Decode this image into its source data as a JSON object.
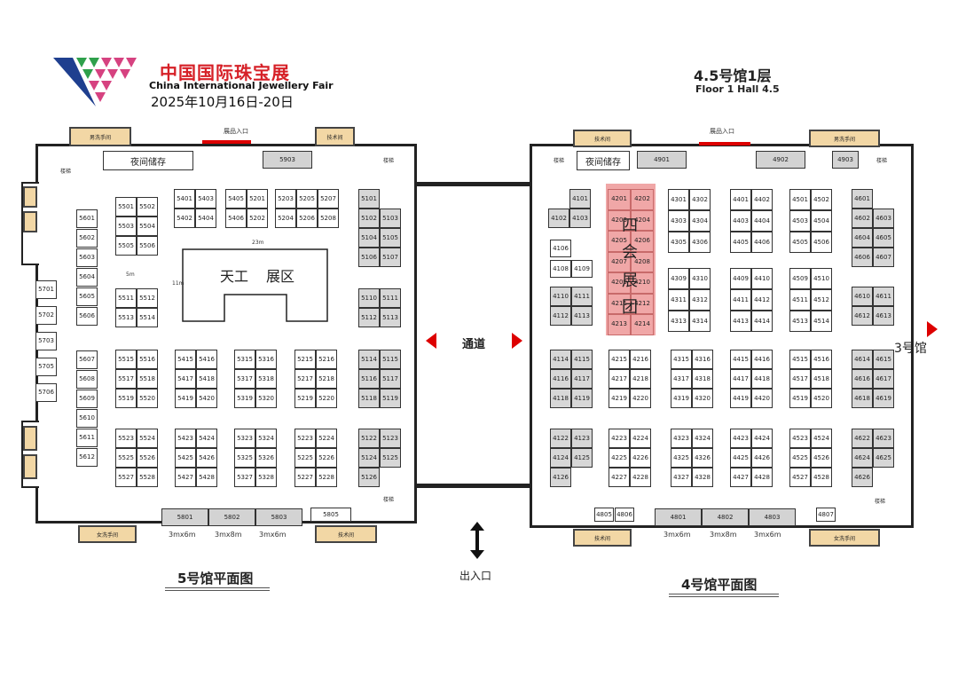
{
  "header": {
    "logo_cn": "中国国际珠宝展",
    "logo_en": "China International Jewellery Fair",
    "dates": "2025年10月16日-20日",
    "floor_cn": "4.5号馆1层",
    "floor_en": "Floor 1 Hall 4.5"
  },
  "colors": {
    "logo_red": "#d62027",
    "logo_green": "#2ea04b",
    "logo_blue": "#1f3f8f",
    "logo_pink": "#d64280",
    "highlight": "#f0a7a7",
    "hall_wall": "#222222"
  },
  "labels": {
    "hall5_plan": "5号馆平面图",
    "hall4_plan": "4号馆平面图",
    "corridor": "通道",
    "exit": "出入口",
    "hall3": "3号馆",
    "tiangong": "天工",
    "tiangong2": "展区",
    "sihui": [
      "四",
      "会",
      "展",
      "团"
    ],
    "night_storage": "夜间储存",
    "exhibit_entry": "展品入口",
    "tech_room": "技术间",
    "mens_room": "男洗手间",
    "womens_room": "女洗手间",
    "stairs": "楼梯",
    "dim_23m": "23m",
    "dim_11m": "11m",
    "dim_5m": "5m",
    "dim_3x6": "3mx6m",
    "dim_3x8": "3mx8m"
  },
  "hall5": {
    "strips_bottom": [
      "5801",
      "5802",
      "5803"
    ],
    "strip_5805": "5805",
    "strip_5903": "5903",
    "col_5600": [
      "5601",
      "5602",
      "5603",
      "5604",
      "5605",
      "5606"
    ],
    "col_5700": [
      "5701",
      "5702",
      "5703",
      "5705",
      "5706"
    ],
    "col_5600b": [
      "5607",
      "5608",
      "5609",
      "5610",
      "5611",
      "5612"
    ],
    "blocks": [
      [
        "5501",
        "5502",
        "5503",
        "5504",
        "5505",
        "5506"
      ],
      [
        "5401",
        "5403",
        "5402",
        "5404"
      ],
      [
        "5405",
        "5201",
        "5406",
        "5202"
      ],
      [
        "5203",
        "5205",
        "5207",
        "5204",
        "5206",
        "5208"
      ],
      [
        "5101",
        "5102",
        "5103",
        "5104",
        "5105",
        "5106",
        "5107"
      ],
      [
        "5511",
        "5512",
        "5513",
        "5514"
      ],
      [
        "5110",
        "5111",
        "5112",
        "5113"
      ],
      [
        "5515",
        "5516",
        "5517",
        "5518",
        "5519",
        "5520"
      ],
      [
        "5415",
        "5416",
        "5417",
        "5418",
        "5419",
        "5420"
      ],
      [
        "5315",
        "5316",
        "5317",
        "5318",
        "5319",
        "5320"
      ],
      [
        "5215",
        "5216",
        "5217",
        "5218",
        "5219",
        "5220"
      ],
      [
        "5114",
        "5115",
        "5116",
        "5117",
        "5118",
        "5119"
      ],
      [
        "5523",
        "5524",
        "5525",
        "5526",
        "5527",
        "5528"
      ],
      [
        "5423",
        "5424",
        "5425",
        "5426",
        "5427",
        "5428"
      ],
      [
        "5323",
        "5324",
        "5325",
        "5326",
        "5327",
        "5328"
      ],
      [
        "5223",
        "5224",
        "5225",
        "5226",
        "5227",
        "5228"
      ],
      [
        "5122",
        "5123",
        "5124",
        "5125",
        "5126"
      ]
    ]
  },
  "hall4": {
    "strips_bottom": [
      "4801",
      "4802",
      "4803"
    ],
    "strips_top": [
      "4901",
      "4902",
      "4903"
    ],
    "singles": [
      "4805",
      "4806",
      "4807",
      "4106",
      "4108",
      "4109"
    ],
    "blocks": [
      [
        "4101",
        "4102",
        "4103"
      ],
      [
        "4201",
        "4202",
        "4203",
        "4204",
        "4205",
        "4206",
        "4207",
        "4208",
        "4209",
        "4210",
        "4211",
        "4212",
        "4213",
        "4214"
      ],
      [
        "4301",
        "4302",
        "4303",
        "4304",
        "4305",
        "4306"
      ],
      [
        "4401",
        "4402",
        "4403",
        "4404",
        "4405",
        "4406"
      ],
      [
        "4501",
        "4502",
        "4503",
        "4504",
        "4505",
        "4506"
      ],
      [
        "4601",
        "4602",
        "4603",
        "4604",
        "4605",
        "4606",
        "4607"
      ],
      [
        "4110",
        "4111",
        "4112",
        "4113"
      ],
      [
        "4309",
        "4310",
        "4311",
        "4312",
        "4313",
        "4314"
      ],
      [
        "4409",
        "4410",
        "4411",
        "4412",
        "4413",
        "4414"
      ],
      [
        "4509",
        "4510",
        "4511",
        "4512",
        "4513",
        "4514"
      ],
      [
        "4610",
        "4611",
        "4612",
        "4613"
      ],
      [
        "4114",
        "4115",
        "4116",
        "4117",
        "4118",
        "4119"
      ],
      [
        "4215",
        "4216",
        "4217",
        "4218",
        "4219",
        "4220"
      ],
      [
        "4315",
        "4316",
        "4317",
        "4318",
        "4319",
        "4320"
      ],
      [
        "4415",
        "4416",
        "4417",
        "4418",
        "4419",
        "4420"
      ],
      [
        "4515",
        "4516",
        "4517",
        "4518",
        "4519",
        "4520"
      ],
      [
        "4614",
        "4615",
        "4616",
        "4617",
        "4618",
        "4619"
      ],
      [
        "4122",
        "4123",
        "4124",
        "4125",
        "4126"
      ],
      [
        "4223",
        "4224",
        "4225",
        "4226",
        "4227",
        "4228"
      ],
      [
        "4323",
        "4324",
        "4325",
        "4326",
        "4327",
        "4328"
      ],
      [
        "4423",
        "4424",
        "4425",
        "4426",
        "4427",
        "4428"
      ],
      [
        "4523",
        "4524",
        "4525",
        "4526",
        "4527",
        "4528"
      ],
      [
        "4622",
        "4623",
        "4624",
        "4625",
        "4626"
      ]
    ]
  }
}
